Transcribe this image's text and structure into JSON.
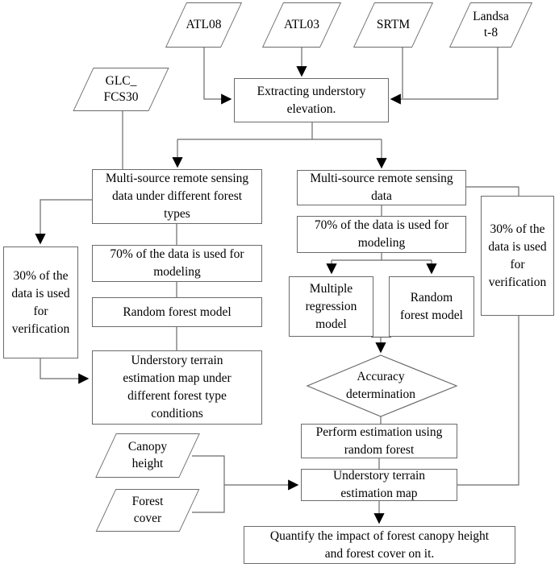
{
  "colors": {
    "line": "#6b6b6b",
    "arrowhead": "#000000",
    "text": "#000000",
    "background": "#ffffff",
    "node_fill": "#ffffff"
  },
  "nodes": {
    "atl08": {
      "label": "ATL08"
    },
    "atl03": {
      "label": "ATL03"
    },
    "srtm": {
      "label": "SRTM"
    },
    "landsat8": {
      "label": "Landsa\nt-8"
    },
    "glc_fcs30": {
      "label": "GLC_\nFCS30"
    },
    "extract": {
      "label": "Extracting understory\nelevation."
    },
    "multi_forest_types": {
      "label": "Multi-source remote sensing\ndata under different forest\ntypes"
    },
    "multi_data": {
      "label": "Multi-source remote sensing\ndata"
    },
    "verify30_left": {
      "label": "30% of the\ndata is used\nfor\nverification"
    },
    "model70_left": {
      "label": "70% of the data is used for\nmodeling"
    },
    "random_forest_left": {
      "label": "Random forest model"
    },
    "under_map_conditions": {
      "label": "Understory terrain\nestimation map under\ndifferent forest type\nconditions"
    },
    "model70_right": {
      "label": "70% of the data is used for\nmodeling"
    },
    "multiple_regression": {
      "label": "Multiple\nregression\nmodel"
    },
    "random_forest_right": {
      "label": "Random\nforest model"
    },
    "verify30_right": {
      "label": "30% of the\ndata is used\nfor\nverification"
    },
    "accuracy": {
      "label": "Accuracy\ndetermination"
    },
    "perform_estimation": {
      "label": "Perform estimation using\nrandom forest"
    },
    "under_map": {
      "label": "Understory terrain\nestimation map"
    },
    "quantify": {
      "label": "Quantify the impact of forest canopy height\nand forest cover on it."
    },
    "canopy_height": {
      "label": "Canopy\nheight"
    },
    "forest_cover": {
      "label": "Forest\ncover"
    }
  }
}
